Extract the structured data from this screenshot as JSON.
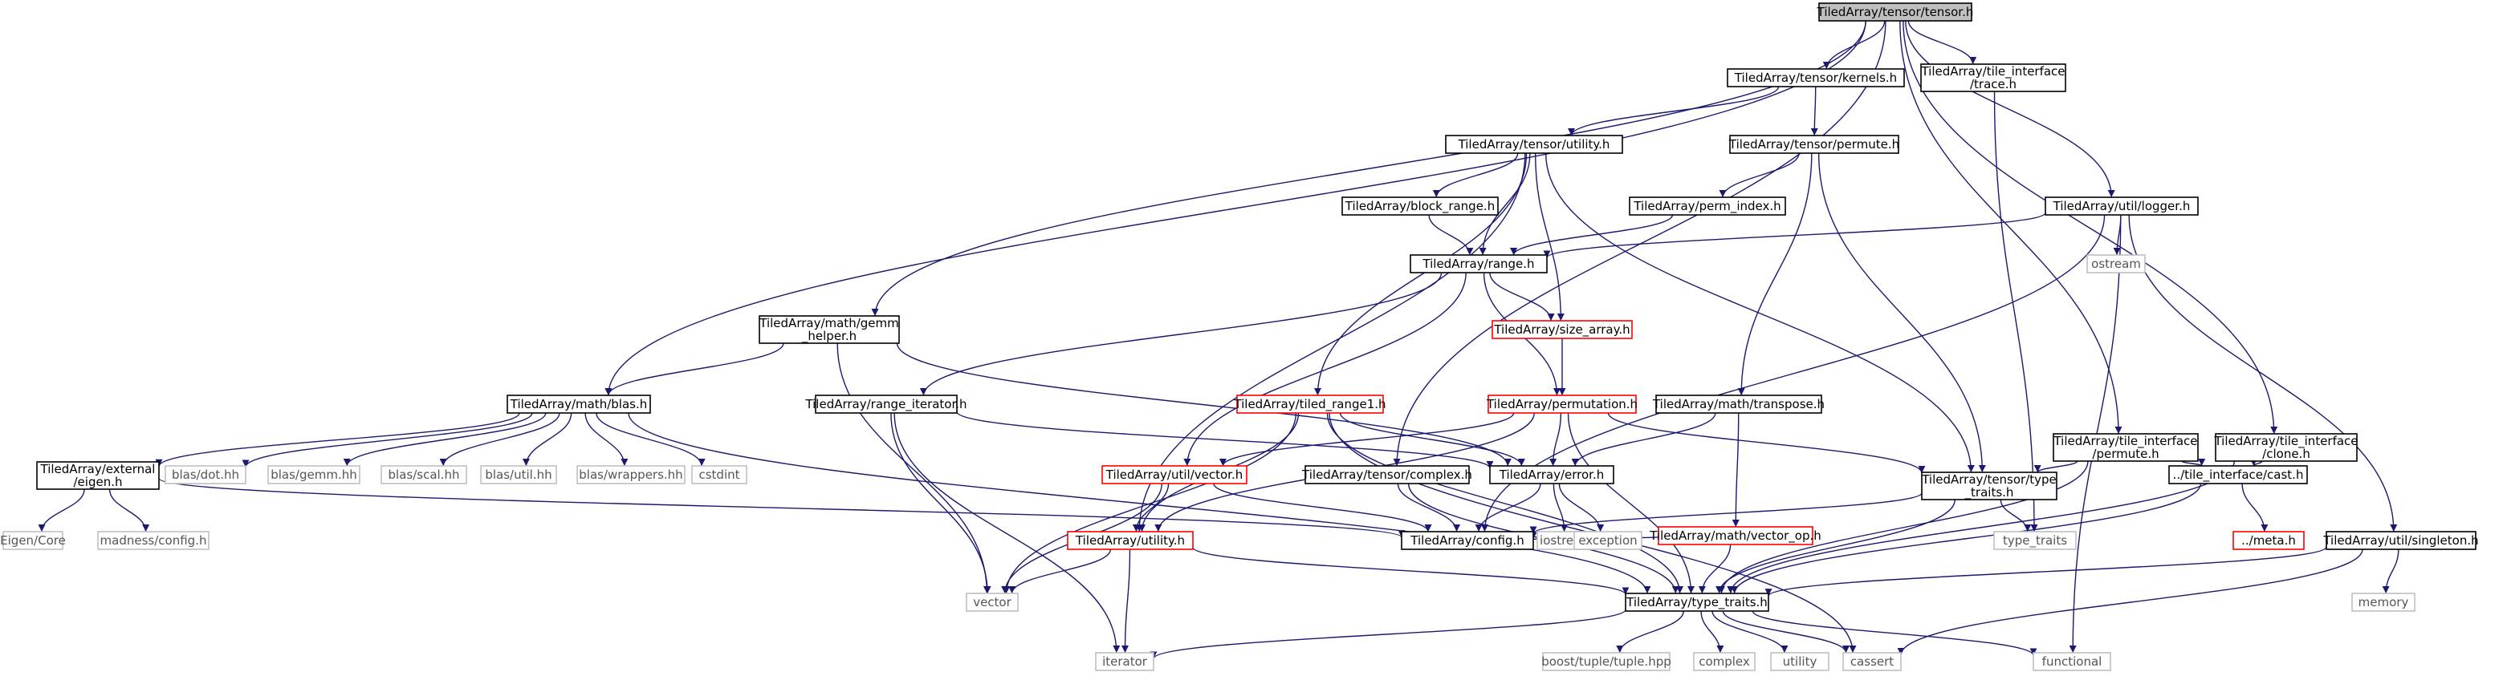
{
  "colors": {
    "root_fill": "#bfbfbf",
    "normal_border": "#000000",
    "truncated_border": "#ff0000",
    "external_border": "#bfbfbf",
    "edge": "#191970"
  },
  "nodes": [
    {
      "id": "tensor",
      "lines": [
        "TiledArray/tensor/tensor.h"
      ],
      "kind": "root"
    },
    {
      "id": "kernels",
      "lines": [
        "TiledArray/tensor/kernels.h"
      ],
      "kind": "normal"
    },
    {
      "id": "trace",
      "lines": [
        "TiledArray/tile_interface",
        "/trace.h"
      ],
      "kind": "normal"
    },
    {
      "id": "tutility",
      "lines": [
        "TiledArray/tensor/utility.h"
      ],
      "kind": "normal"
    },
    {
      "id": "tpermute",
      "lines": [
        "TiledArray/tensor/permute.h"
      ],
      "kind": "normal"
    },
    {
      "id": "logger",
      "lines": [
        "TiledArray/util/logger.h"
      ],
      "kind": "normal"
    },
    {
      "id": "ostream",
      "lines": [
        "ostream"
      ],
      "kind": "external"
    },
    {
      "id": "blockrange",
      "lines": [
        "TiledArray/block_range.h"
      ],
      "kind": "normal"
    },
    {
      "id": "permindex",
      "lines": [
        "TiledArray/perm_index.h"
      ],
      "kind": "normal"
    },
    {
      "id": "range",
      "lines": [
        "TiledArray/range.h"
      ],
      "kind": "normal"
    },
    {
      "id": "gemm",
      "lines": [
        "TiledArray/math/gemm",
        "_helper.h"
      ],
      "kind": "normal"
    },
    {
      "id": "sizearray",
      "lines": [
        "TiledArray/size_array.h"
      ],
      "kind": "truncated"
    },
    {
      "id": "blas",
      "lines": [
        "TiledArray/math/blas.h"
      ],
      "kind": "normal"
    },
    {
      "id": "rangeiter",
      "lines": [
        "TiledArray/range_iterator.h"
      ],
      "kind": "normal"
    },
    {
      "id": "tiledrange1",
      "lines": [
        "TiledArray/tiled_range1.h"
      ],
      "kind": "truncated"
    },
    {
      "id": "permutation",
      "lines": [
        "TiledArray/permutation.h"
      ],
      "kind": "truncated"
    },
    {
      "id": "transpose",
      "lines": [
        "TiledArray/math/transpose.h"
      ],
      "kind": "normal"
    },
    {
      "id": "tipermute",
      "lines": [
        "TiledArray/tile_interface",
        "/permute.h"
      ],
      "kind": "normal"
    },
    {
      "id": "ticlone",
      "lines": [
        "TiledArray/tile_interface",
        "/clone.h"
      ],
      "kind": "normal"
    },
    {
      "id": "extEigen",
      "lines": [
        "TiledArray/external",
        "/eigen.h"
      ],
      "kind": "normal"
    },
    {
      "id": "blasdot",
      "lines": [
        "blas/dot.hh"
      ],
      "kind": "external"
    },
    {
      "id": "blasgemm",
      "lines": [
        "blas/gemm.hh"
      ],
      "kind": "external"
    },
    {
      "id": "blasscal",
      "lines": [
        "blas/scal.hh"
      ],
      "kind": "external"
    },
    {
      "id": "blasutil",
      "lines": [
        "blas/util.hh"
      ],
      "kind": "external"
    },
    {
      "id": "blaswrap",
      "lines": [
        "blas/wrappers.hh"
      ],
      "kind": "external"
    },
    {
      "id": "cstdint",
      "lines": [
        "cstdint"
      ],
      "kind": "external"
    },
    {
      "id": "utilvector",
      "lines": [
        "TiledArray/util/vector.h"
      ],
      "kind": "truncated"
    },
    {
      "id": "complex_h",
      "lines": [
        "TiledArray/tensor/complex.h"
      ],
      "kind": "normal"
    },
    {
      "id": "error",
      "lines": [
        "TiledArray/error.h"
      ],
      "kind": "normal"
    },
    {
      "id": "vectorop",
      "lines": [
        "TiledArray/math/vector_op.h"
      ],
      "kind": "truncated"
    },
    {
      "id": "ttypetraits",
      "lines": [
        "TiledArray/tensor/type",
        "_traits.h"
      ],
      "kind": "normal"
    },
    {
      "id": "cast",
      "lines": [
        "../tile_interface/cast.h"
      ],
      "kind": "normal"
    },
    {
      "id": "eigencore",
      "lines": [
        "Eigen/Core"
      ],
      "kind": "external"
    },
    {
      "id": "madconfig",
      "lines": [
        "madness/config.h"
      ],
      "kind": "external"
    },
    {
      "id": "utility_h",
      "lines": [
        "TiledArray/utility.h"
      ],
      "kind": "truncated"
    },
    {
      "id": "config",
      "lines": [
        "TiledArray/config.h"
      ],
      "kind": "normal"
    },
    {
      "id": "iostream",
      "lines": [
        "iostream"
      ],
      "kind": "external"
    },
    {
      "id": "exception",
      "lines": [
        "exception"
      ],
      "kind": "external"
    },
    {
      "id": "typetraitsstd",
      "lines": [
        "type_traits"
      ],
      "kind": "external"
    },
    {
      "id": "meta",
      "lines": [
        "../meta.h"
      ],
      "kind": "truncated"
    },
    {
      "id": "singleton",
      "lines": [
        "TiledArray/util/singleton.h"
      ],
      "kind": "normal"
    },
    {
      "id": "vector",
      "lines": [
        "vector"
      ],
      "kind": "external"
    },
    {
      "id": "typetraits",
      "lines": [
        "TiledArray/type_traits.h"
      ],
      "kind": "normal"
    },
    {
      "id": "memory",
      "lines": [
        "memory"
      ],
      "kind": "external"
    },
    {
      "id": "iterator",
      "lines": [
        "iterator"
      ],
      "kind": "external"
    },
    {
      "id": "boosttuple",
      "lines": [
        "boost/tuple/tuple.hpp"
      ],
      "kind": "external"
    },
    {
      "id": "complex",
      "lines": [
        "complex"
      ],
      "kind": "external"
    },
    {
      "id": "utility",
      "lines": [
        "utility"
      ],
      "kind": "external"
    },
    {
      "id": "cassert",
      "lines": [
        "cassert"
      ],
      "kind": "external"
    },
    {
      "id": "functional",
      "lines": [
        "functional"
      ],
      "kind": "external"
    }
  ],
  "edges": [
    [
      "tensor",
      "kernels"
    ],
    [
      "tensor",
      "trace"
    ],
    [
      "tensor",
      "logger"
    ],
    [
      "tensor",
      "gemm"
    ],
    [
      "tensor",
      "blas"
    ],
    [
      "tensor",
      "complex_h"
    ],
    [
      "tensor",
      "tipermute"
    ],
    [
      "tensor",
      "ticlone"
    ],
    [
      "kernels",
      "tutility"
    ],
    [
      "kernels",
      "tpermute"
    ],
    [
      "trace",
      "typetraitsstd"
    ],
    [
      "tutility",
      "blockrange"
    ],
    [
      "tutility",
      "range"
    ],
    [
      "tutility",
      "sizearray"
    ],
    [
      "tutility",
      "tiledrange1"
    ],
    [
      "tutility",
      "utility_h"
    ],
    [
      "tutility",
      "ttypetraits"
    ],
    [
      "tpermute",
      "permindex"
    ],
    [
      "tpermute",
      "transpose"
    ],
    [
      "tpermute",
      "ttypetraits"
    ],
    [
      "logger",
      "ostream"
    ],
    [
      "logger",
      "range"
    ],
    [
      "logger",
      "config"
    ],
    [
      "logger",
      "singleton"
    ],
    [
      "logger",
      "functional"
    ],
    [
      "blockrange",
      "range"
    ],
    [
      "permindex",
      "range"
    ],
    [
      "range",
      "sizearray"
    ],
    [
      "range",
      "permutation"
    ],
    [
      "range",
      "rangeiter"
    ],
    [
      "range",
      "utilvector"
    ],
    [
      "sizearray",
      "permutation"
    ],
    [
      "gemm",
      "blas"
    ],
    [
      "gemm",
      "error"
    ],
    [
      "gemm",
      "vector"
    ],
    [
      "blas",
      "extEigen"
    ],
    [
      "blas",
      "blasdot"
    ],
    [
      "blas",
      "blasgemm"
    ],
    [
      "blas",
      "blasscal"
    ],
    [
      "blas",
      "blasutil"
    ],
    [
      "blas",
      "blaswrap"
    ],
    [
      "blas",
      "cstdint"
    ],
    [
      "blas",
      "typetraits"
    ],
    [
      "rangeiter",
      "error"
    ],
    [
      "rangeiter",
      "vector"
    ],
    [
      "rangeiter",
      "iterator"
    ],
    [
      "tiledrange1",
      "error"
    ],
    [
      "tiledrange1",
      "utility_h"
    ],
    [
      "tiledrange1",
      "vector"
    ],
    [
      "tiledrange1",
      "cassert"
    ],
    [
      "tiledrange1",
      "typetraits"
    ],
    [
      "permutation",
      "error"
    ],
    [
      "permutation",
      "utilvector"
    ],
    [
      "permutation",
      "utility_h"
    ],
    [
      "permutation",
      "typetraits"
    ],
    [
      "permutation",
      "ttypetraits"
    ],
    [
      "transpose",
      "error"
    ],
    [
      "transpose",
      "vectorop"
    ],
    [
      "tipermute",
      "ttypetraits"
    ],
    [
      "tipermute",
      "cast"
    ],
    [
      "tipermute",
      "typetraits"
    ],
    [
      "ticlone",
      "cast"
    ],
    [
      "ticlone",
      "typetraits"
    ],
    [
      "extEigen",
      "eigencore"
    ],
    [
      "extEigen",
      "madconfig"
    ],
    [
      "extEigen",
      "config"
    ],
    [
      "utilvector",
      "utility_h"
    ],
    [
      "utilvector",
      "config"
    ],
    [
      "utilvector",
      "vector"
    ],
    [
      "complex_h",
      "config"
    ],
    [
      "complex_h",
      "typetraits"
    ],
    [
      "error",
      "config"
    ],
    [
      "error",
      "iostream"
    ],
    [
      "error",
      "exception"
    ],
    [
      "vectorop",
      "config"
    ],
    [
      "vectorop",
      "typetraits"
    ],
    [
      "ttypetraits",
      "config"
    ],
    [
      "ttypetraits",
      "typetraitsstd"
    ],
    [
      "ttypetraits",
      "typetraits"
    ],
    [
      "cast",
      "meta"
    ],
    [
      "cast",
      "typetraits"
    ],
    [
      "utility_h",
      "vector"
    ],
    [
      "utility_h",
      "iterator"
    ],
    [
      "utility_h",
      "typetraits"
    ],
    [
      "singleton",
      "memory"
    ],
    [
      "singleton",
      "cassert"
    ],
    [
      "singleton",
      "typetraits"
    ],
    [
      "typetraits",
      "iterator"
    ],
    [
      "typetraits",
      "boosttuple"
    ],
    [
      "typetraits",
      "complex"
    ],
    [
      "typetraits",
      "utility"
    ],
    [
      "typetraits",
      "cassert"
    ],
    [
      "typetraits",
      "functional"
    ]
  ]
}
